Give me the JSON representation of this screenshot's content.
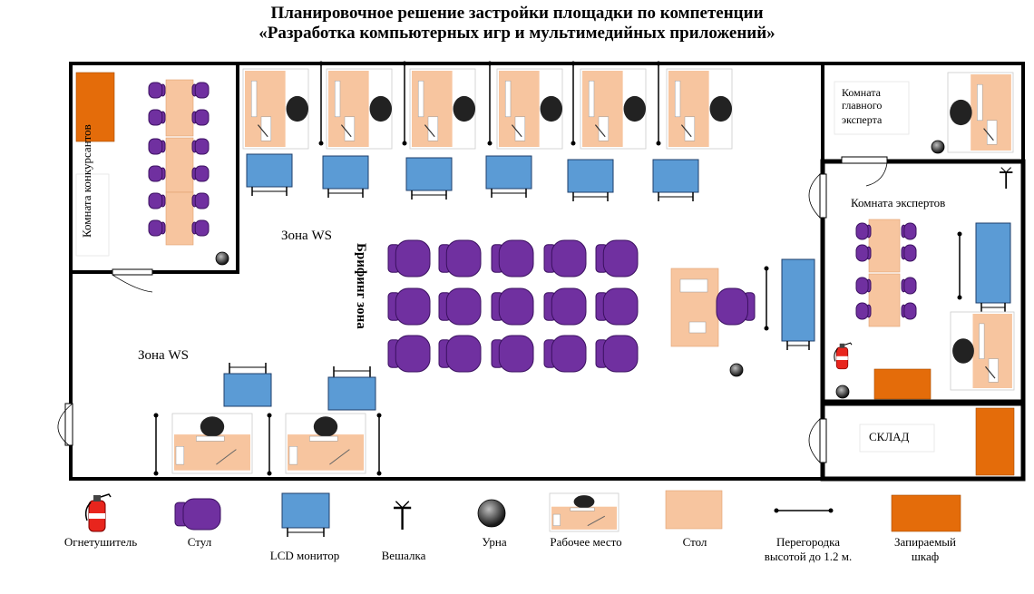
{
  "title": {
    "line1": "Планировочное решение застройки площадки по компетенции",
    "line2": "«Разработка компьютерных игр и мультимедийных приложений»"
  },
  "rooms": {
    "contestants": "Комната конкурсантов",
    "chief_expert_1": "Комната",
    "chief_expert_2": "главного",
    "chief_expert_3": "эксперта",
    "experts": "Комната экспертов",
    "storage": "СКЛАД"
  },
  "zones": {
    "ws_top": "Зона WS",
    "ws_bottom": "Зона WS",
    "briefing": "Брифинг зона"
  },
  "legend": {
    "extinguisher": "Огнетушитель",
    "chair": "Стул",
    "monitor": "LCD монитор",
    "hanger": "Вешалка",
    "bin": "Урна",
    "workplace": "Рабочее место",
    "table": "Стол",
    "partition_1": "Перегородка",
    "partition_2": "высотой до 1.2 м.",
    "cabinet_1": "Запираемый",
    "cabinet_2": "шкаф"
  },
  "colors": {
    "table": "#f7c59f",
    "chair": "#7030a0",
    "monitor": "#5b9bd5",
    "cabinet": "#e46c0a",
    "extinguisher": "#e8251d",
    "wall": "#000000"
  }
}
